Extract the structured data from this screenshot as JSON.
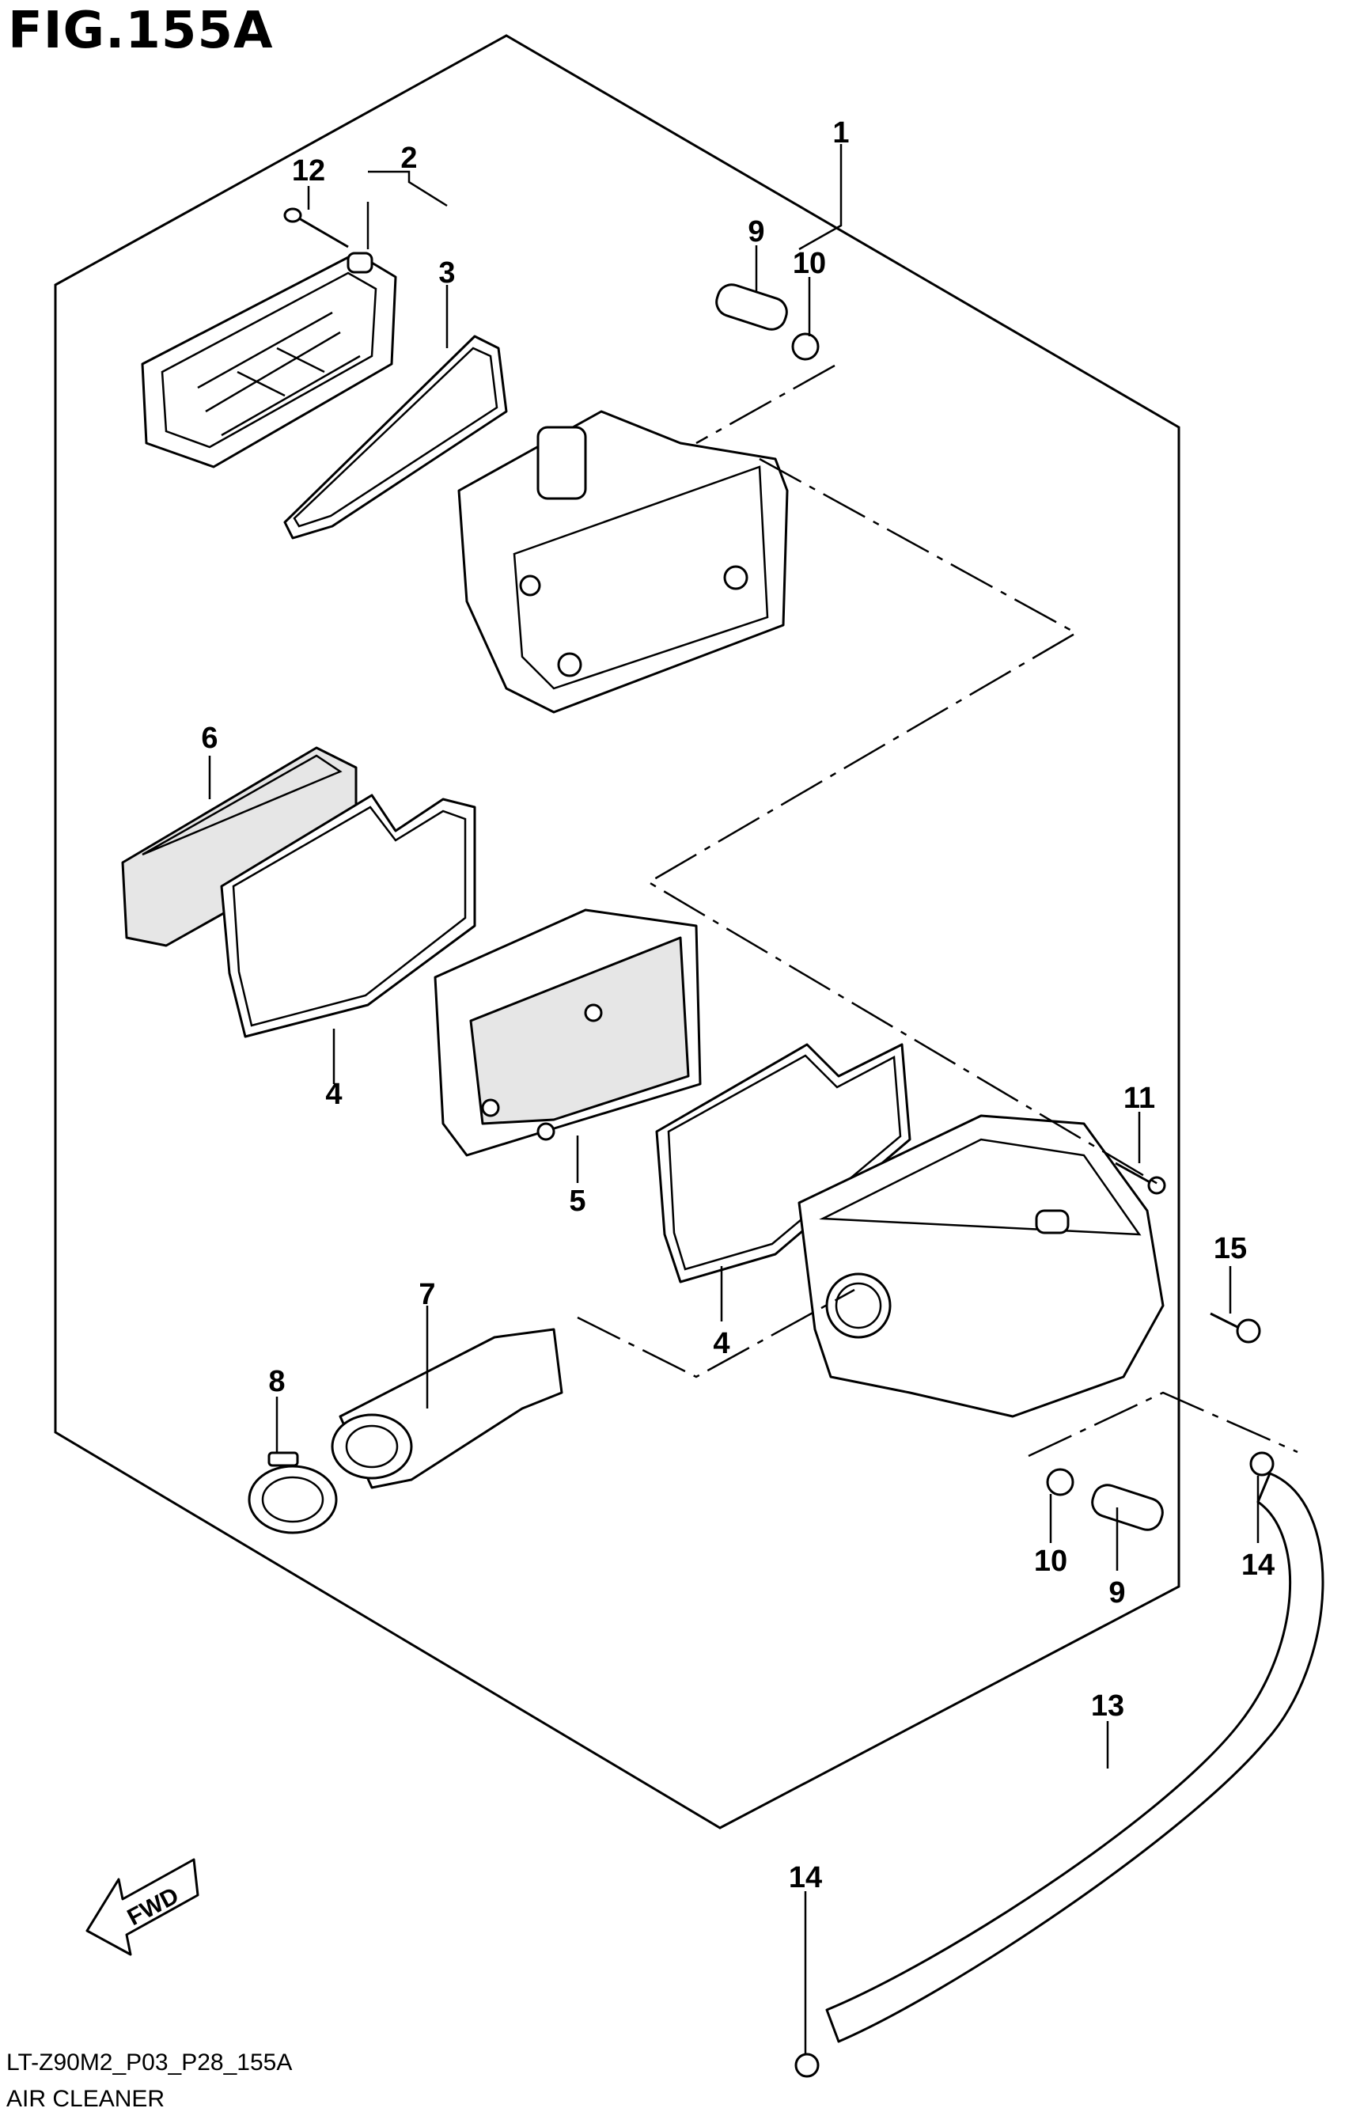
{
  "figure": {
    "title": "FIG.155A",
    "model_code": "LT-Z90M2_P03_P28_155A",
    "part_name": "AIR CLEANER"
  },
  "callouts": {
    "c1": "1",
    "c2": "2",
    "c3": "3",
    "c4a": "4",
    "c4b": "4",
    "c5": "5",
    "c6": "6",
    "c7": "7",
    "c8": "8",
    "c9a": "9",
    "c9b": "9",
    "c10a": "10",
    "c10b": "10",
    "c11": "11",
    "c12": "12",
    "c13": "13",
    "c14a": "14",
    "c14b": "14",
    "c15": "15"
  },
  "fwd_arrow": {
    "label": "FWD"
  },
  "icons": {
    "fwd": "fwd-arrow-icon"
  }
}
